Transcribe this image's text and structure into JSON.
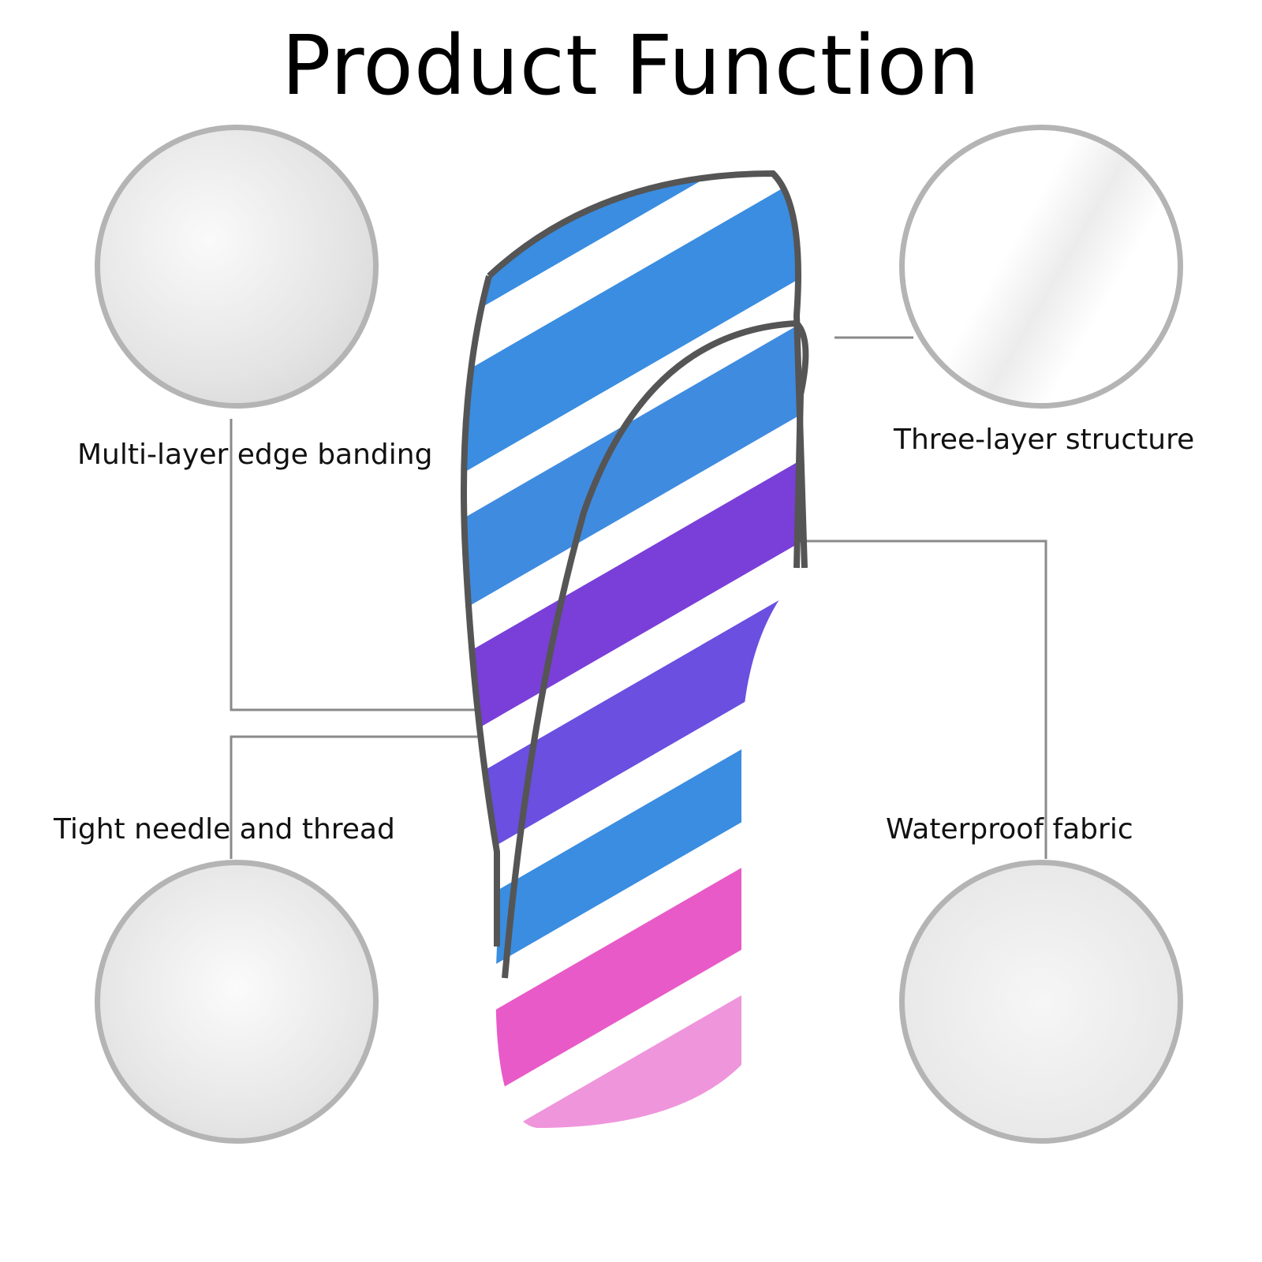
{
  "title": "Product Function",
  "features": [
    {
      "label": "Multi-layer edge banding"
    },
    {
      "label": "Three-layer structure"
    },
    {
      "label": "Tight needle and thread"
    },
    {
      "label": "Waterproof fabric"
    }
  ],
  "colors": {
    "blue": "#3a8de0",
    "purple": "#7a3fd8",
    "pink": "#e85ac8",
    "trim": "#555555",
    "circle_border": "#b4b4b4"
  }
}
